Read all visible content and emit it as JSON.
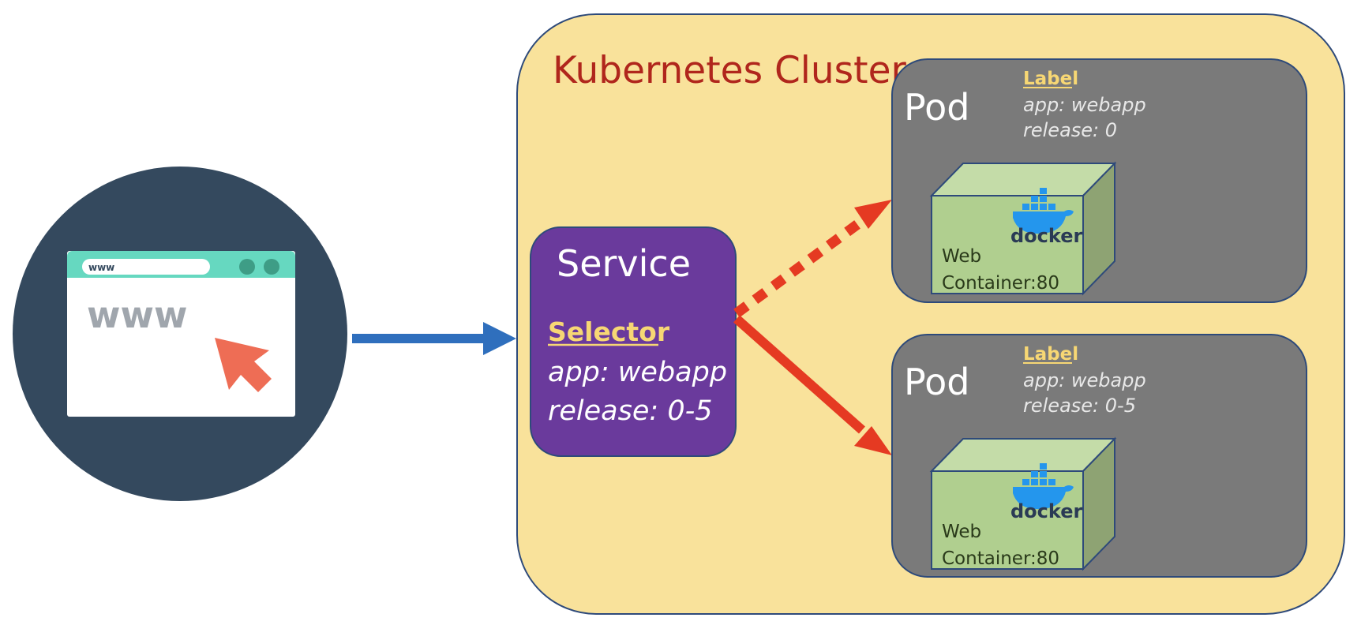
{
  "browser_icon": {
    "address_text": "www",
    "page_text": "www"
  },
  "cluster": {
    "title": "Kubernetes Cluster"
  },
  "service": {
    "title": "Service",
    "selector_heading": "Selector",
    "selector_lines": [
      "app: webapp",
      "release: 0-5"
    ]
  },
  "pods": [
    {
      "title": "Pod",
      "label_heading": "Label",
      "label_lines": [
        "app: webapp",
        "release: 0"
      ],
      "container_lines": [
        "Web",
        "Container:80"
      ],
      "docker_text": "docker"
    },
    {
      "title": "Pod",
      "label_heading": "Label",
      "label_lines": [
        "app: webapp",
        "release: 0-5"
      ],
      "container_lines": [
        "Web",
        "Container:80"
      ],
      "docker_text": "docker"
    }
  ],
  "colors": {
    "cluster_fill": "#f9e29b",
    "cluster_title": "#b0261c",
    "service_fill": "#6a3a9c",
    "selector_heading": "#f7d774",
    "pod_fill": "#7a7a7a",
    "pod_label_heading": "#f7d774",
    "container_front": "#b0cf8f",
    "arrow_blue": "#2f6fbd",
    "arrow_red": "#e53a22",
    "globe_circle": "#34495e",
    "browser_bar": "#66d8c0",
    "cursor": "#ee6d55",
    "docker_blue": "#2496ed"
  }
}
